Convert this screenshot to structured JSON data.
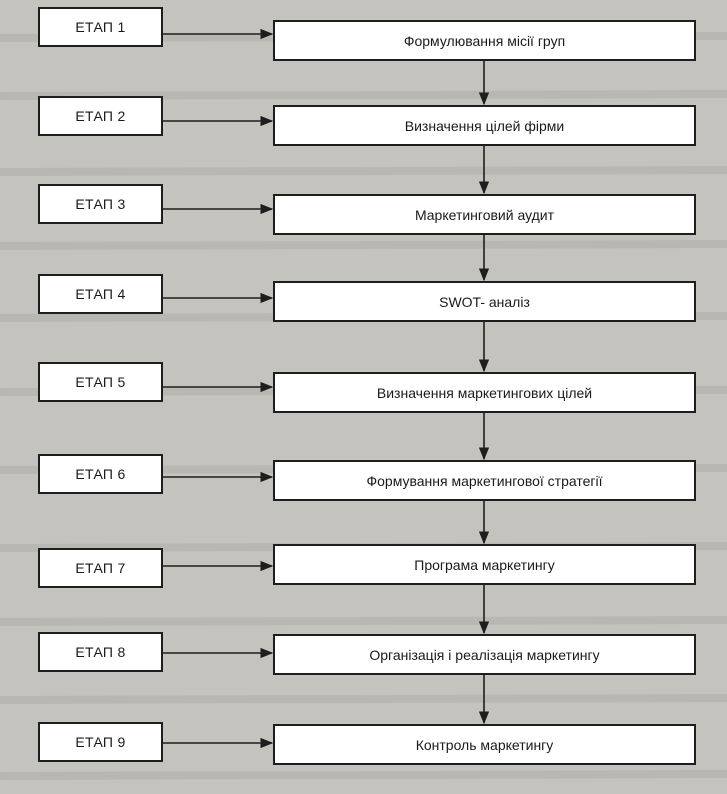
{
  "diagram": {
    "stages": [
      {
        "label": "ЕТАП 1",
        "step": "Формулювання місії груп"
      },
      {
        "label": "ЕТАП 2",
        "step": "Визначення цілей фірми"
      },
      {
        "label": "ЕТАП 3",
        "step": "Маркетинговий аудит"
      },
      {
        "label": "ЕТАП 4",
        "step": "SWOT- аналіз"
      },
      {
        "label": "ЕТАП 5",
        "step": "Визначення маркетингових цілей"
      },
      {
        "label": "ЕТАП 6",
        "step": "Формування маркетингової стратегії"
      },
      {
        "label": "ЕТАП 7",
        "step": "Програма маркетингу"
      },
      {
        "label": "ЕТАП 8",
        "step": "Організація і реалізація маркетингу"
      },
      {
        "label": "ЕТАП 9",
        "step": "Контроль маркетингу"
      }
    ]
  },
  "colors": {
    "page": "#c4c3be",
    "box": "#ffffff",
    "stroke": "#1e1e1e",
    "text": "#1a1a1a"
  }
}
